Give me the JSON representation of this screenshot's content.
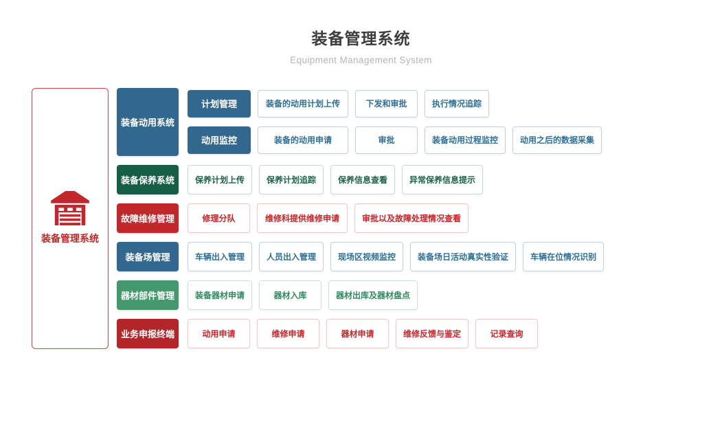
{
  "header": {
    "title": "装备管理系统",
    "subtitle": "Equipment Management System"
  },
  "root": {
    "label": "装备管理系统",
    "icon": "warehouse-icon"
  },
  "use_system": {
    "label": "装备动用系统",
    "branches": [
      {
        "label": "计划管理",
        "items": [
          "装备的动用计划上传",
          "下发和审批",
          "执行情况追踪"
        ]
      },
      {
        "label": "动用监控",
        "items": [
          "装备的动用申请",
          "审批",
          "装备动用过程监控",
          "动用之后的数据采集"
        ]
      }
    ]
  },
  "sections": [
    {
      "label": "装备保养系统",
      "theme": "dark_green",
      "items": [
        "保养计划上传",
        "保养计划追踪",
        "保养信息查看",
        "异常保养信息提示"
      ]
    },
    {
      "label": "故障维修管理",
      "theme": "red",
      "items": [
        "修理分队",
        "维修科提供维修申请",
        "审批以及故障处理情况查看"
      ]
    },
    {
      "label": "装备场管理",
      "theme": "blue",
      "items": [
        "车辆出入管理",
        "人员出入管理",
        "现场区视频监控",
        "装备场日活动真实性验证",
        "车辆在位情况识别"
      ]
    },
    {
      "label": "器材部件管理",
      "theme": "green",
      "items": [
        "装备器材申请",
        "器材入库",
        "器材出库及器材盘点"
      ]
    },
    {
      "label": "业务申报终端",
      "theme": "dark_red",
      "items": [
        "动用申请",
        "维修申请",
        "器材申请",
        "维修反馈与鉴定",
        "记录查询"
      ]
    }
  ],
  "colors": {
    "blue": "#33688e",
    "dark_green": "#175e47",
    "red": "#c1282c",
    "green": "#43996d",
    "dark_red": "#b2262a",
    "accent_red": "#c1272b",
    "title_text": "#3c3c3c",
    "subtitle_text": "#b5b5b5"
  }
}
